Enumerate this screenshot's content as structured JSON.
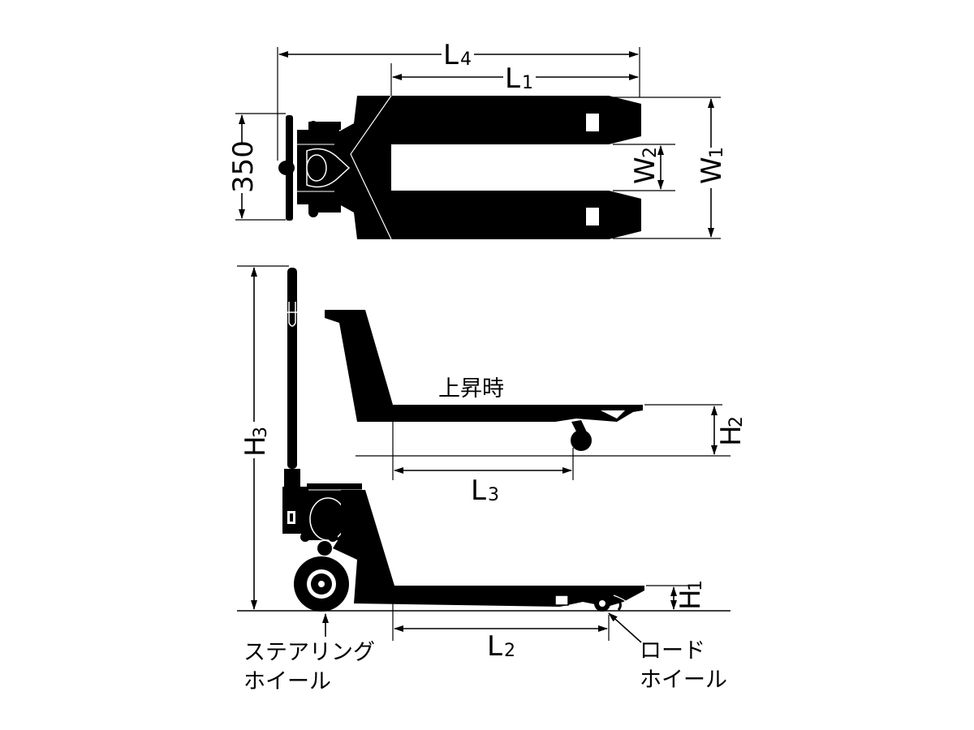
{
  "dimensions": {
    "L4": {
      "main": "L",
      "sub": "4"
    },
    "L1": {
      "main": "L",
      "sub": "1"
    },
    "L2": {
      "main": "L",
      "sub": "2"
    },
    "L3": {
      "main": "L",
      "sub": "3"
    },
    "W1": {
      "main": "W",
      "sub": "1"
    },
    "W2": {
      "main": "W",
      "sub": "2"
    },
    "H1": {
      "main": "H",
      "sub": "1"
    },
    "H2": {
      "main": "H",
      "sub": "2"
    },
    "H3": {
      "main": "H",
      "sub": "3"
    },
    "handle_width": "350"
  },
  "labels": {
    "raised": "上昇時",
    "steering_wheel_line1": "ステアリング",
    "steering_wheel_line2": "ホイール",
    "load_wheel_line1": "ロード",
    "load_wheel_line2": "ホイール"
  }
}
